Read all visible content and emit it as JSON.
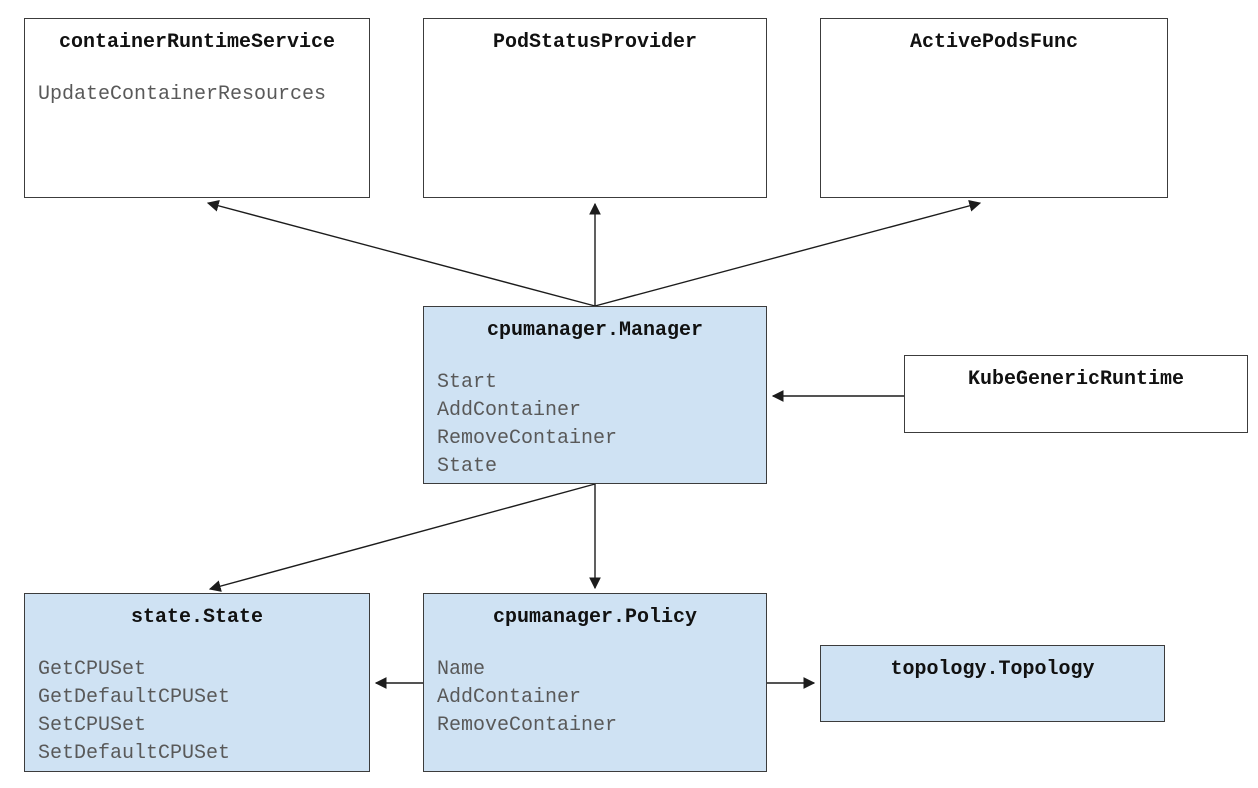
{
  "diagram": {
    "title_implied": "cpumanager architecture diagram",
    "colors": {
      "highlight_node_fill": "#cfe2f3",
      "plain_node_fill": "#ffffff",
      "node_border": "#3c3c3c",
      "title_text": "#111111",
      "method_text": "#595959",
      "arrow": "#1c1c1c"
    },
    "nodes": {
      "container_runtime_service": {
        "title": "containerRuntimeService",
        "methods": [
          "UpdateContainerResources"
        ]
      },
      "pod_status_provider": {
        "title": "PodStatusProvider",
        "methods": []
      },
      "active_pods_func": {
        "title": "ActivePodsFunc",
        "methods": []
      },
      "cpumanager_manager": {
        "title": "cpumanager.Manager",
        "methods": [
          "Start",
          "AddContainer",
          "RemoveContainer",
          "State"
        ]
      },
      "kube_generic_runtime": {
        "title": "KubeGenericRuntime",
        "methods": []
      },
      "state_state": {
        "title": "state.State",
        "methods": [
          "GetCPUSet",
          "GetDefaultCPUSet",
          "SetCPUSet",
          "SetDefaultCPUSet"
        ]
      },
      "cpumanager_policy": {
        "title": "cpumanager.Policy",
        "methods": [
          "Name",
          "AddContainer",
          "RemoveContainer"
        ]
      },
      "topology_topology": {
        "title": "topology.Topology",
        "methods": []
      }
    },
    "edges": [
      {
        "from": "cpumanager.Manager",
        "to": "containerRuntimeService"
      },
      {
        "from": "cpumanager.Manager",
        "to": "PodStatusProvider"
      },
      {
        "from": "cpumanager.Manager",
        "to": "ActivePodsFunc"
      },
      {
        "from": "KubeGenericRuntime",
        "to": "cpumanager.Manager"
      },
      {
        "from": "cpumanager.Manager",
        "to": "state.State"
      },
      {
        "from": "cpumanager.Manager",
        "to": "cpumanager.Policy"
      },
      {
        "from": "cpumanager.Policy",
        "to": "state.State"
      },
      {
        "from": "cpumanager.Policy",
        "to": "topology.Topology"
      }
    ]
  }
}
